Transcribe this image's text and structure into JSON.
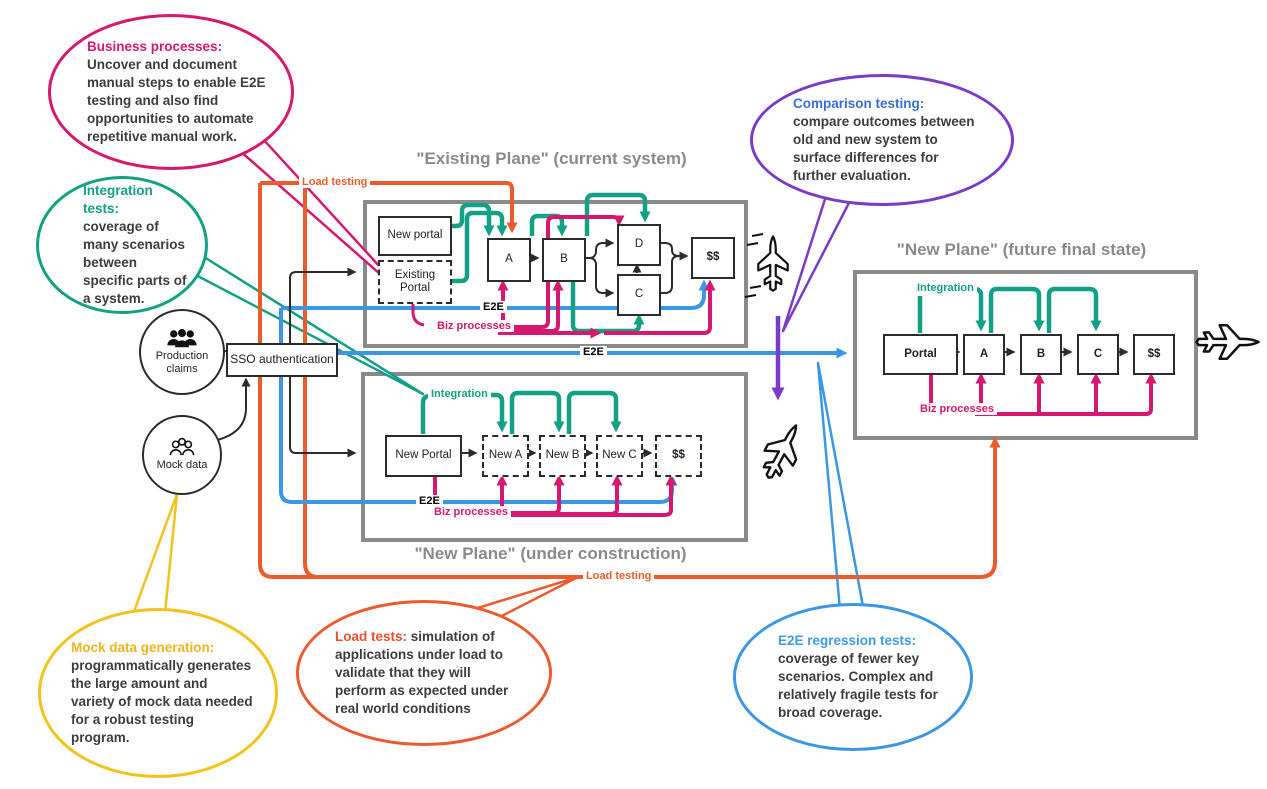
{
  "bubbles": {
    "business": {
      "title": "Business processes:",
      "body": "Uncover and document manual steps to enable E2E testing and also find opportunities to automate repetitive manual work."
    },
    "integration": {
      "title": "Integration tests:",
      "body": "coverage of many scenarios between specific parts of a system."
    },
    "comparison": {
      "title": "Comparison testing:",
      "body": "compare outcomes between old and new system to surface differences for further evaluation."
    },
    "mock": {
      "title": "Mock data generation:",
      "body": "programmatically generates the large amount and variety of mock data needed for a robust testing program."
    },
    "load": {
      "title": "Load tests:",
      "body": "simulation of applications under load to validate that they will perform as expected under real world conditions"
    },
    "e2e": {
      "title": "E2E regression tests:",
      "body": "coverage of fewer key scenarios. Complex and relatively fragile tests for broad coverage."
    }
  },
  "systems": {
    "existing": {
      "title": "\"Existing Plane\" (current system)",
      "nodes": {
        "new_portal": "New portal",
        "existing_portal": "Existing Portal",
        "a": "A",
        "b": "B",
        "c": "C",
        "d": "D",
        "money": "$$"
      }
    },
    "under": {
      "title": "\"New Plane\" (under construction)",
      "nodes": {
        "portal": "New Portal",
        "a": "New A",
        "b": "New B",
        "c": "New C",
        "money": "$$"
      }
    },
    "future": {
      "title": "\"New Plane\" (future final state)",
      "nodes": {
        "portal": "Portal",
        "a": "A",
        "b": "B",
        "c": "C",
        "money": "$$"
      }
    }
  },
  "sources": {
    "production_claims": "Production claims",
    "mock_data": "Mock data",
    "sso": "SSO authentication"
  },
  "flow": {
    "e2e": "E2E",
    "biz": "Biz processes",
    "integration": "Integration",
    "load": "Load testing"
  },
  "icons": {
    "people_filled": "people-filled-icon",
    "people_outline": "people-outline-icon",
    "prop_plane": "propeller-plane-icon",
    "airliner": "airliner-icon",
    "fighter_jet": "fighter-jet-icon"
  },
  "colors": {
    "teal": "#12A184",
    "pink": "#D6196E",
    "blue": "#3B97E4",
    "orange": "#EB5B2D",
    "purple": "#7A3BC8",
    "yellow": "#F2C21D",
    "gray": "#8A8A8A"
  }
}
